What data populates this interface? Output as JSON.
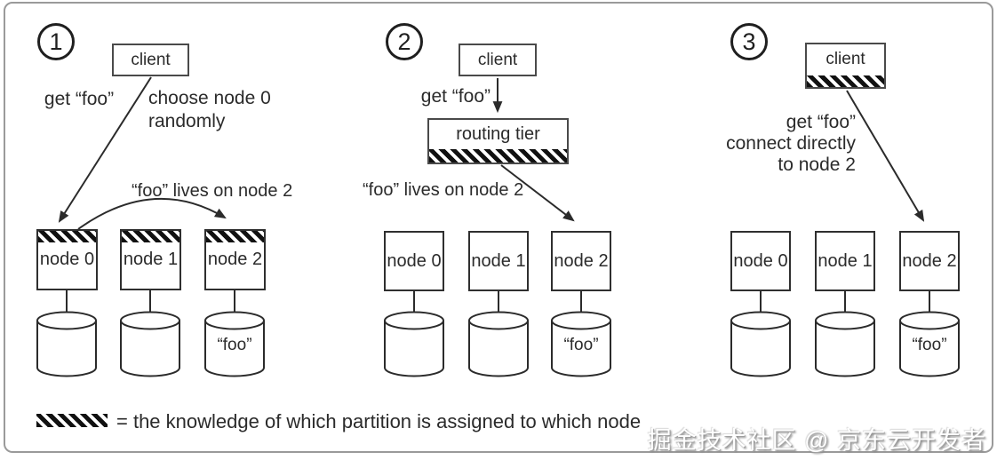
{
  "panels": [
    {
      "number": "1",
      "client_label": "client",
      "request_label": "get “foo”",
      "note_line1": "choose node 0",
      "note_line2": "randomly",
      "arc_label": "“foo” lives on node 2",
      "node_labels": [
        "node 0",
        "node 1",
        "node 2"
      ],
      "data_label": "“foo”"
    },
    {
      "number": "2",
      "client_label": "client",
      "request_label": "get “foo”",
      "router_label": "routing tier",
      "arc_label": "“foo” lives on node 2",
      "node_labels": [
        "node 0",
        "node 1",
        "node 2"
      ],
      "data_label": "“foo”"
    },
    {
      "number": "3",
      "client_label": "client",
      "note_line1": "get “foo”",
      "note_line2": "connect directly",
      "note_line3": "to node 2",
      "node_labels": [
        "node 0",
        "node 1",
        "node 2"
      ],
      "data_label": "“foo”"
    }
  ],
  "legend": {
    "text": "= the knowledge of which partition is assigned to which node"
  },
  "watermark": {
    "text": "掘金技术社区 @ 京东云开发者"
  },
  "colors": {
    "line": "#2b2b2b",
    "hatch": "#111111",
    "frame_border": "#9a9a9a",
    "watermark_shadow": "#8a8a8a"
  }
}
